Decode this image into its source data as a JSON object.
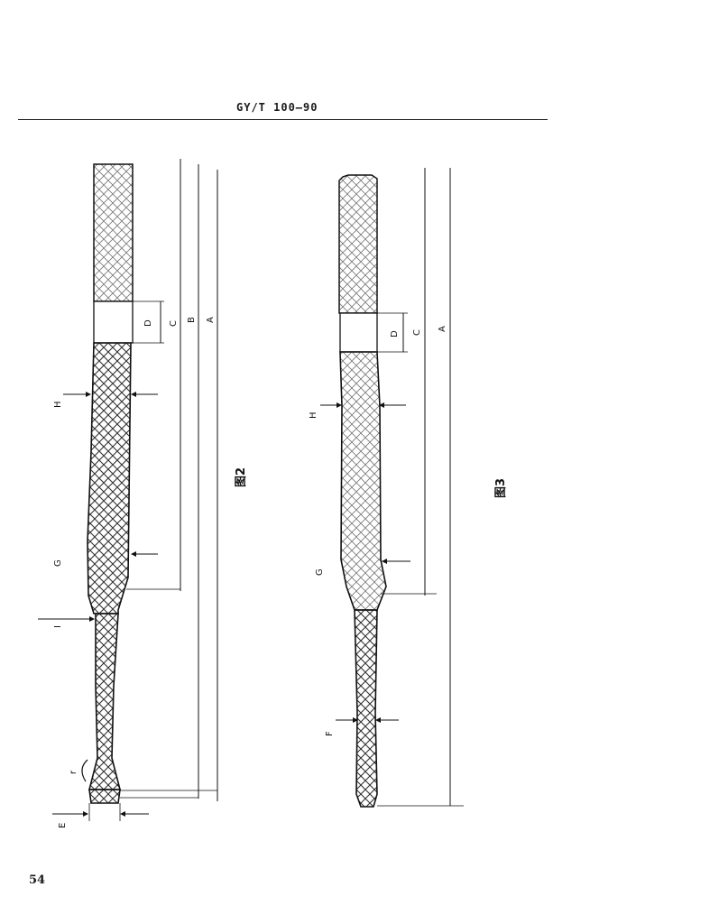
{
  "header": {
    "standard_code": "GY/T  100—90"
  },
  "page_number": "54",
  "figures": [
    {
      "caption": "图2",
      "dimension_labels": {
        "a": "A",
        "b": "B",
        "c": "C",
        "d": "D",
        "h": "H",
        "g": "G",
        "i": "I",
        "e": "E",
        "r": "r"
      }
    },
    {
      "caption": "图3",
      "dimension_labels": {
        "a": "A",
        "c": "C",
        "d": "D",
        "h": "H",
        "g": "G",
        "f": "F"
      }
    }
  ],
  "colors": {
    "ink": "#1a1a1a",
    "hatch": "#333333",
    "paper": "#ffffff"
  }
}
